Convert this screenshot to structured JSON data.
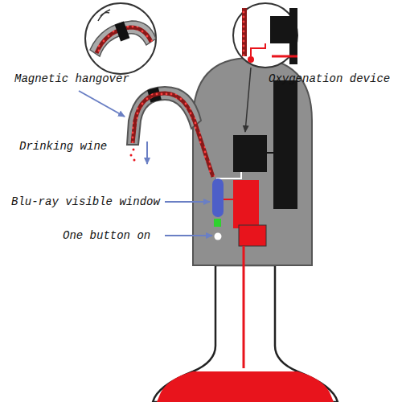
{
  "diagram": {
    "labels": [
      "Magnetic hangover",
      "Oxygenation device",
      "Drinking wine",
      "Blu-ray visible window",
      "One button on"
    ]
  }
}
